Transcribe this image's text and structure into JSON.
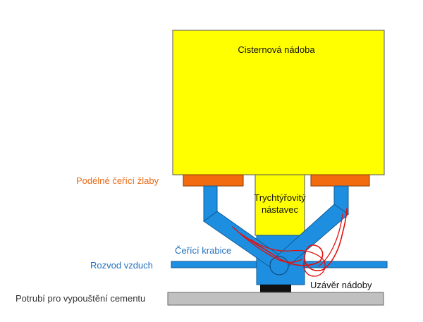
{
  "labels": {
    "tank": "Cisternová nádoba",
    "funnel_line1": "Trychtýřovitý",
    "funnel_line2": "nástavec",
    "aeration_troughs": "Podélné čeřící žlaby",
    "aeration_box": "Čeřící krabice",
    "air_distribution": "Rozvod vzduch",
    "closure": "Uzávěr nádoby",
    "discharge_pipe": "Potrubí pro vypouštění cementu"
  },
  "colors": {
    "tank_fill": "#ffff00",
    "trough_fill": "#f26b0f",
    "trough_label": "#e86a17",
    "air_blue": "#1e8fe0",
    "air_label": "#1f6fbf",
    "closure_fill": "#111111",
    "pipe_fill": "#c0c0c0",
    "annotation_red": "#e01010",
    "outline": "#333333",
    "text": "#111111"
  }
}
